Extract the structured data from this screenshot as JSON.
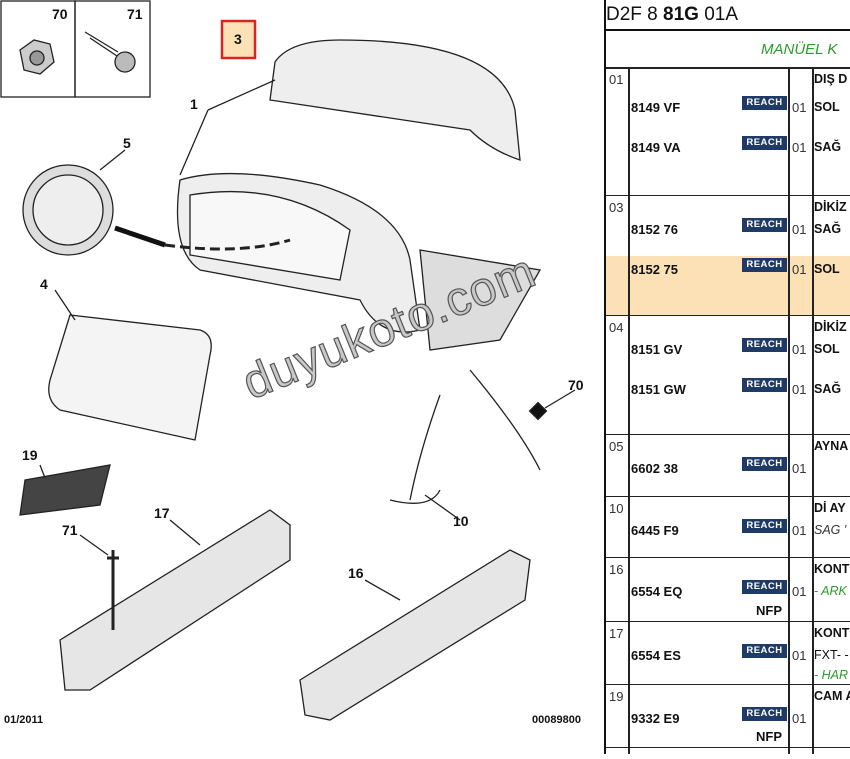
{
  "diagram": {
    "callouts": {
      "c70a": "70",
      "c71a": "71",
      "c3": "3",
      "c1": "1",
      "c5": "5",
      "c4": "4",
      "c19": "19",
      "c17": "17",
      "c71b": "71",
      "c16": "16",
      "c70b": "70",
      "c10": "10"
    },
    "date": "01/2011",
    "drawing_no": "00089800",
    "watermark": "duyukoto.com"
  },
  "panel": {
    "title_prefix": "D2F 8 ",
    "title_bold": "81G",
    "title_suffix": " 01A",
    "group": "MANÜEL K",
    "badge": "REACH",
    "nfp": "NFP",
    "rows": [
      {
        "ref": "01",
        "desc": "DIŞ D",
        "parts": [
          {
            "pn": "8149 VF",
            "qty": "01",
            "desc": "SOL"
          },
          {
            "pn": "8149 VA",
            "qty": "01",
            "desc": "SAĞ"
          }
        ]
      },
      {
        "ref": "03",
        "desc": "DİKİZ",
        "parts": [
          {
            "pn": "8152 76",
            "qty": "01",
            "desc": "SAĞ"
          },
          {
            "pn": "8152 75",
            "qty": "01",
            "desc": "SOL"
          }
        ]
      },
      {
        "ref": "04",
        "desc": "DİKİZ",
        "parts": [
          {
            "pn": "8151 GV",
            "qty": "01",
            "desc": "SOL"
          },
          {
            "pn": "8151 GW",
            "qty": "01",
            "desc": "SAĞ"
          }
        ]
      },
      {
        "ref": "05",
        "desc": "AYNA",
        "parts": [
          {
            "pn": "6602 38",
            "qty": "01"
          }
        ]
      },
      {
        "ref": "10",
        "desc": "Dİ AY",
        "parts": [
          {
            "pn": "6445 F9",
            "qty": "01",
            "desc": "SAG '"
          }
        ]
      },
      {
        "ref": "16",
        "desc": "KONT",
        "parts": [
          {
            "pn": "6554 EQ",
            "qty": "01",
            "desc": "- ARK"
          }
        ]
      },
      {
        "ref": "17",
        "desc": "KONT",
        "parts": [
          {
            "pn": "6554 ES",
            "qty": "01",
            "desc": "FXT- -",
            "desc2": "- HAR"
          }
        ]
      },
      {
        "ref": "19",
        "desc": "CAM A",
        "parts": [
          {
            "pn": "9332 E9",
            "qty": "01"
          }
        ]
      }
    ]
  }
}
